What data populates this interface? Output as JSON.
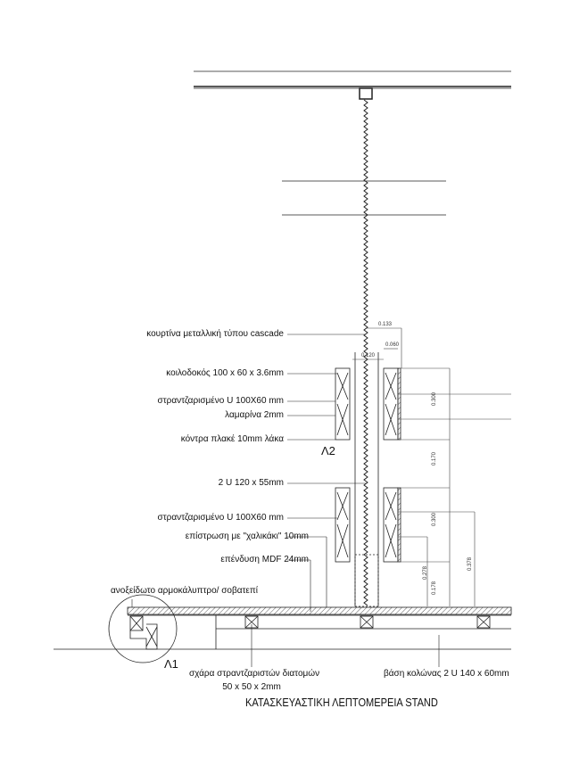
{
  "labels": {
    "curtain": "κουρτίνα μεταλλική τύπου cascade",
    "hollow_beam": "κοιλοδοκός 100 x 60 x 3.6mm",
    "bent_u_1": "στραντζαρισμένο U 100X60 mm",
    "sheet": "λαμαρίνα 2mm",
    "plywood": "κόντρα πλακέ 10mm λάκα",
    "double_u": "2 U 120 x 55mm",
    "bent_u_2": "στραντζαρισμένο U 100X60 mm",
    "gravel": "επίστρωση με \"χαλικάκι\" 10mm",
    "mdf": "επένδυση MDF 24mm",
    "skirting": "ανοξείδωτο αρμοκάλυπτρο/ σοβατεπί",
    "grid": "σχάρα στραντζαριστών διατομών",
    "grid_size": "50 x 50 x 2mm",
    "column_base": "βάση κολώνας 2 U 140 x 60mm"
  },
  "tags": {
    "detail_1": "Λ1",
    "detail_2": "Λ2"
  },
  "dimensions": {
    "d133": "0.133",
    "d060": "0.060",
    "d120": "0.120",
    "d300a": "0.300",
    "d170": "0.170",
    "d300b": "0.300",
    "d278": "0.278",
    "d178": "0.178",
    "d378": "0.378"
  },
  "title": "ΚΑΤΑΣΚΕΥΑΣΤΙΚΗ ΛΕΠΤΟΜΕΡΕΙΑ STAND"
}
